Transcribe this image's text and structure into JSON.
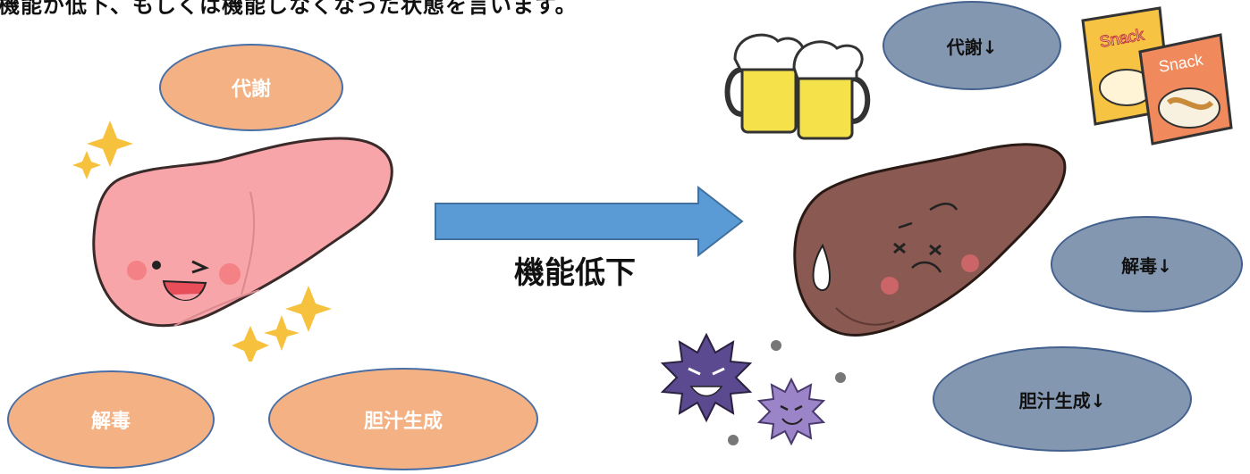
{
  "header": {
    "text": "機能が低下、もしくは機能しなくなった状態を言います。"
  },
  "healthy": {
    "labels": {
      "metabolism": "代謝",
      "detox": "解毒",
      "bile": "胆汁生成"
    }
  },
  "arrow": {
    "label": "機能低下"
  },
  "damaged": {
    "labels": {
      "metabolism": "代謝↓",
      "detox": "解毒↓",
      "bile": "胆汁生成↓"
    },
    "snack_text": [
      "Snack",
      "Snack"
    ]
  },
  "colors": {
    "healthy_bubble": "#f4b183",
    "damaged_bubble": "#8497b0",
    "arrow": "#5b9bd5",
    "healthy_liver": "#f7a5a8",
    "damaged_liver": "#8a5a52"
  }
}
